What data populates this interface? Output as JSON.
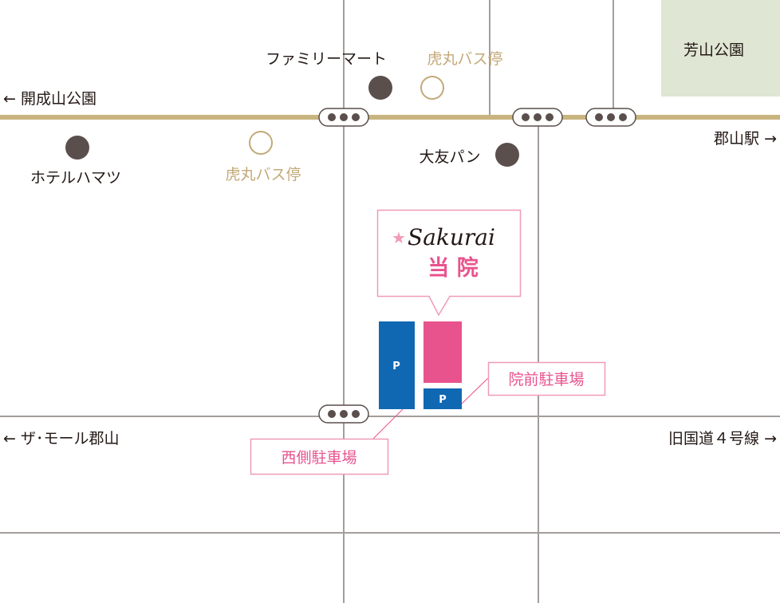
{
  "colors": {
    "main_road": "#c8b47f",
    "road": "#a39d9b",
    "poi": "#5a4f4c",
    "bus": "#c3a979",
    "clinic": "#e8538d",
    "parking": "#1068b3",
    "park": "#dfe6d4"
  },
  "park": {
    "label": "芳山公園"
  },
  "landmarks": {
    "familymart": "ファミリーマート",
    "bus_stop_1": "虎丸バス停",
    "bus_stop_2": "虎丸バス停",
    "hotel": "ホテルハマツ",
    "otomo_pan": "大友パン"
  },
  "directions": {
    "kaiseizan": "← 開成山公園",
    "koriyama_station": "郡山駅 →",
    "the_mall": "← ザ･モール郡山",
    "route4": "旧国道４号線 →"
  },
  "clinic": {
    "brand": "Sakurai",
    "label": "当 院"
  },
  "parking": {
    "symbol": "P",
    "front_lot": "院前駐車場",
    "west_lot": "西側駐車場"
  }
}
